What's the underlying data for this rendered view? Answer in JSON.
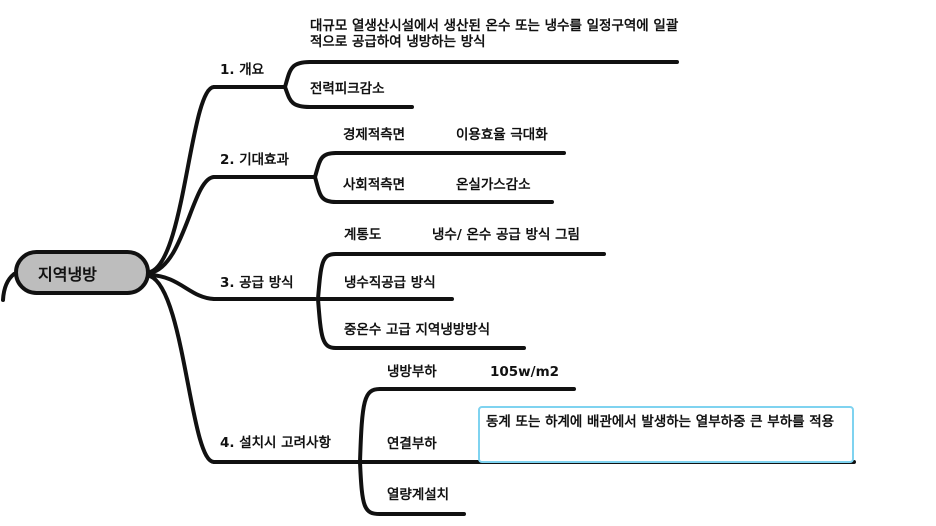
{
  "root": "지역냉방",
  "branches": [
    {
      "label": "1. 개요",
      "children": [
        {
          "label": "대규모 열생산시설에서 생산된 온수 또는 냉수를 일정구역에 일괄적으로 공급하여 냉방하는 방식"
        },
        {
          "label": "전력피크감소"
        }
      ]
    },
    {
      "label": "2. 기대효과",
      "children": [
        {
          "label": "경제적측면",
          "children": [
            {
              "label": "이용효율 극대화"
            }
          ]
        },
        {
          "label": "사회적측면",
          "children": [
            {
              "label": "온실가스감소"
            }
          ]
        }
      ]
    },
    {
      "label": "3. 공급 방식",
      "children": [
        {
          "label": "계통도",
          "children": [
            {
              "label": "냉수/ 온수 공급 방식 그림"
            }
          ]
        },
        {
          "label": "냉수직공급 방식"
        },
        {
          "label": "중온수 고급 지역냉방방식"
        }
      ]
    },
    {
      "label": "4. 설치시 고려사항",
      "children": [
        {
          "label": "냉방부하",
          "children": [
            {
              "label": "105w/m2"
            }
          ]
        },
        {
          "label": "연결부하",
          "children": [
            {
              "label": "동계 또는 하계에 배관에서 발생하는 열부하중 큰 부하를 적용"
            }
          ]
        },
        {
          "label": "열량계설치"
        }
      ]
    }
  ],
  "colors": {
    "line": "#111111",
    "root_fill": "#bdbdbd",
    "highlight_border": "#7fd3f0"
  }
}
